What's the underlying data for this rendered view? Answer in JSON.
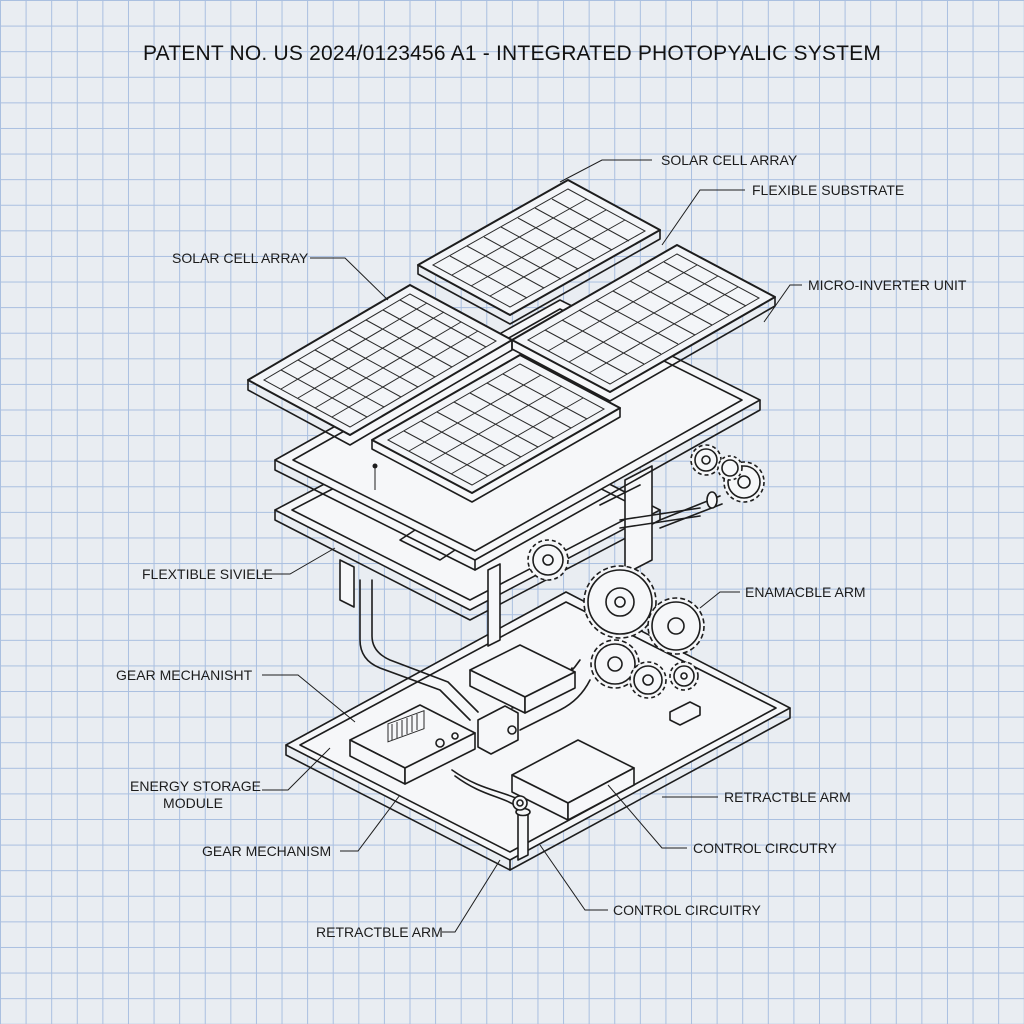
{
  "title": "PATENT NO. US 2024/0123456 A1 - INTEGRATED PHOTOPYALIC SYSTEM",
  "labels": {
    "solar_cell_array_top": "SOLAR CELL ARRAY",
    "flexible_substrate": "FLEXIBLE SUBSTRATE",
    "solar_cell_array_left": "SOLAR CELL ARRAY",
    "micro_inverter_unit": "MICRO-INVERTER UNIT",
    "flexible_swivel": "FLEXTIBLE SIVIELE",
    "enamacble_arm": "ENAMACBLE ARM",
    "gear_mechanisht": "GEAR MECHANISHT",
    "energy_storage_module_line1": "ENERGY STORAGE",
    "energy_storage_module_line2": "MODULE",
    "retractble_arm_right": "RETRACTBLE ARM",
    "gear_mechanism": "GEAR MECHANISM",
    "control_circutry_right": "CONTROL CIRCUTRY",
    "control_circuitry_bottom": "CONTROL CIRCUITRY",
    "retractble_arm_bottom": "RETRACTBLE ARM"
  },
  "colors": {
    "paper": "#e9edf2",
    "grid": "#a9bfe0",
    "ink": "#1d1d1d"
  }
}
